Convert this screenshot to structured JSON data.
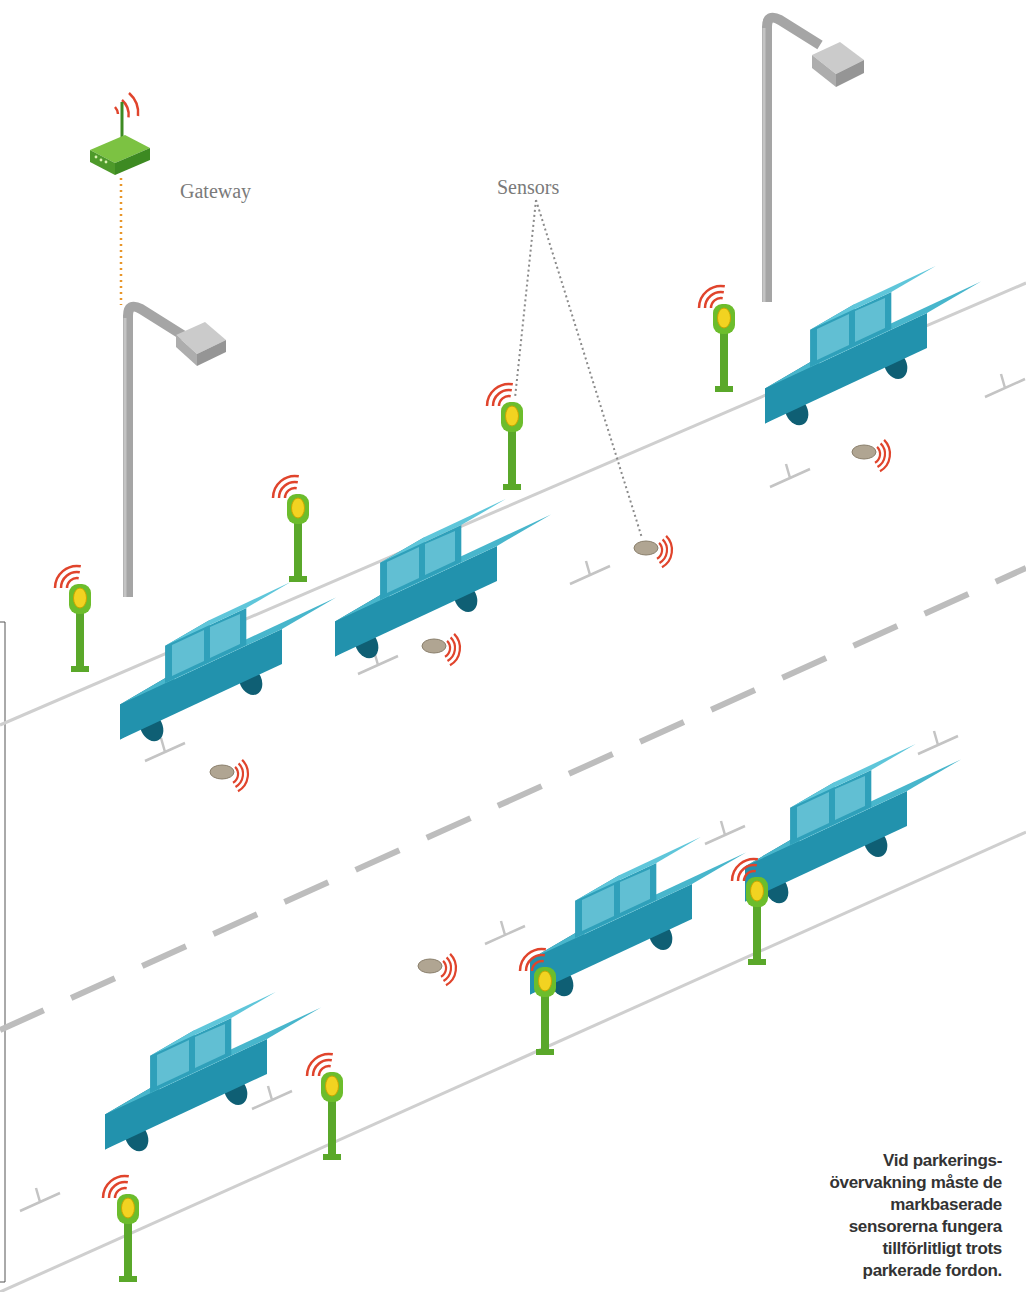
{
  "diagram": {
    "caption": "Vid parkerings- övervakning måste de markbaserade sensorerna fungera tillförlitligt trots parkerade fordon.",
    "nodes": [
      {
        "text": [
          "Gateway"
        ]
      }
    ],
    "labels": [
      "Sensors"
    ]
  }
}
